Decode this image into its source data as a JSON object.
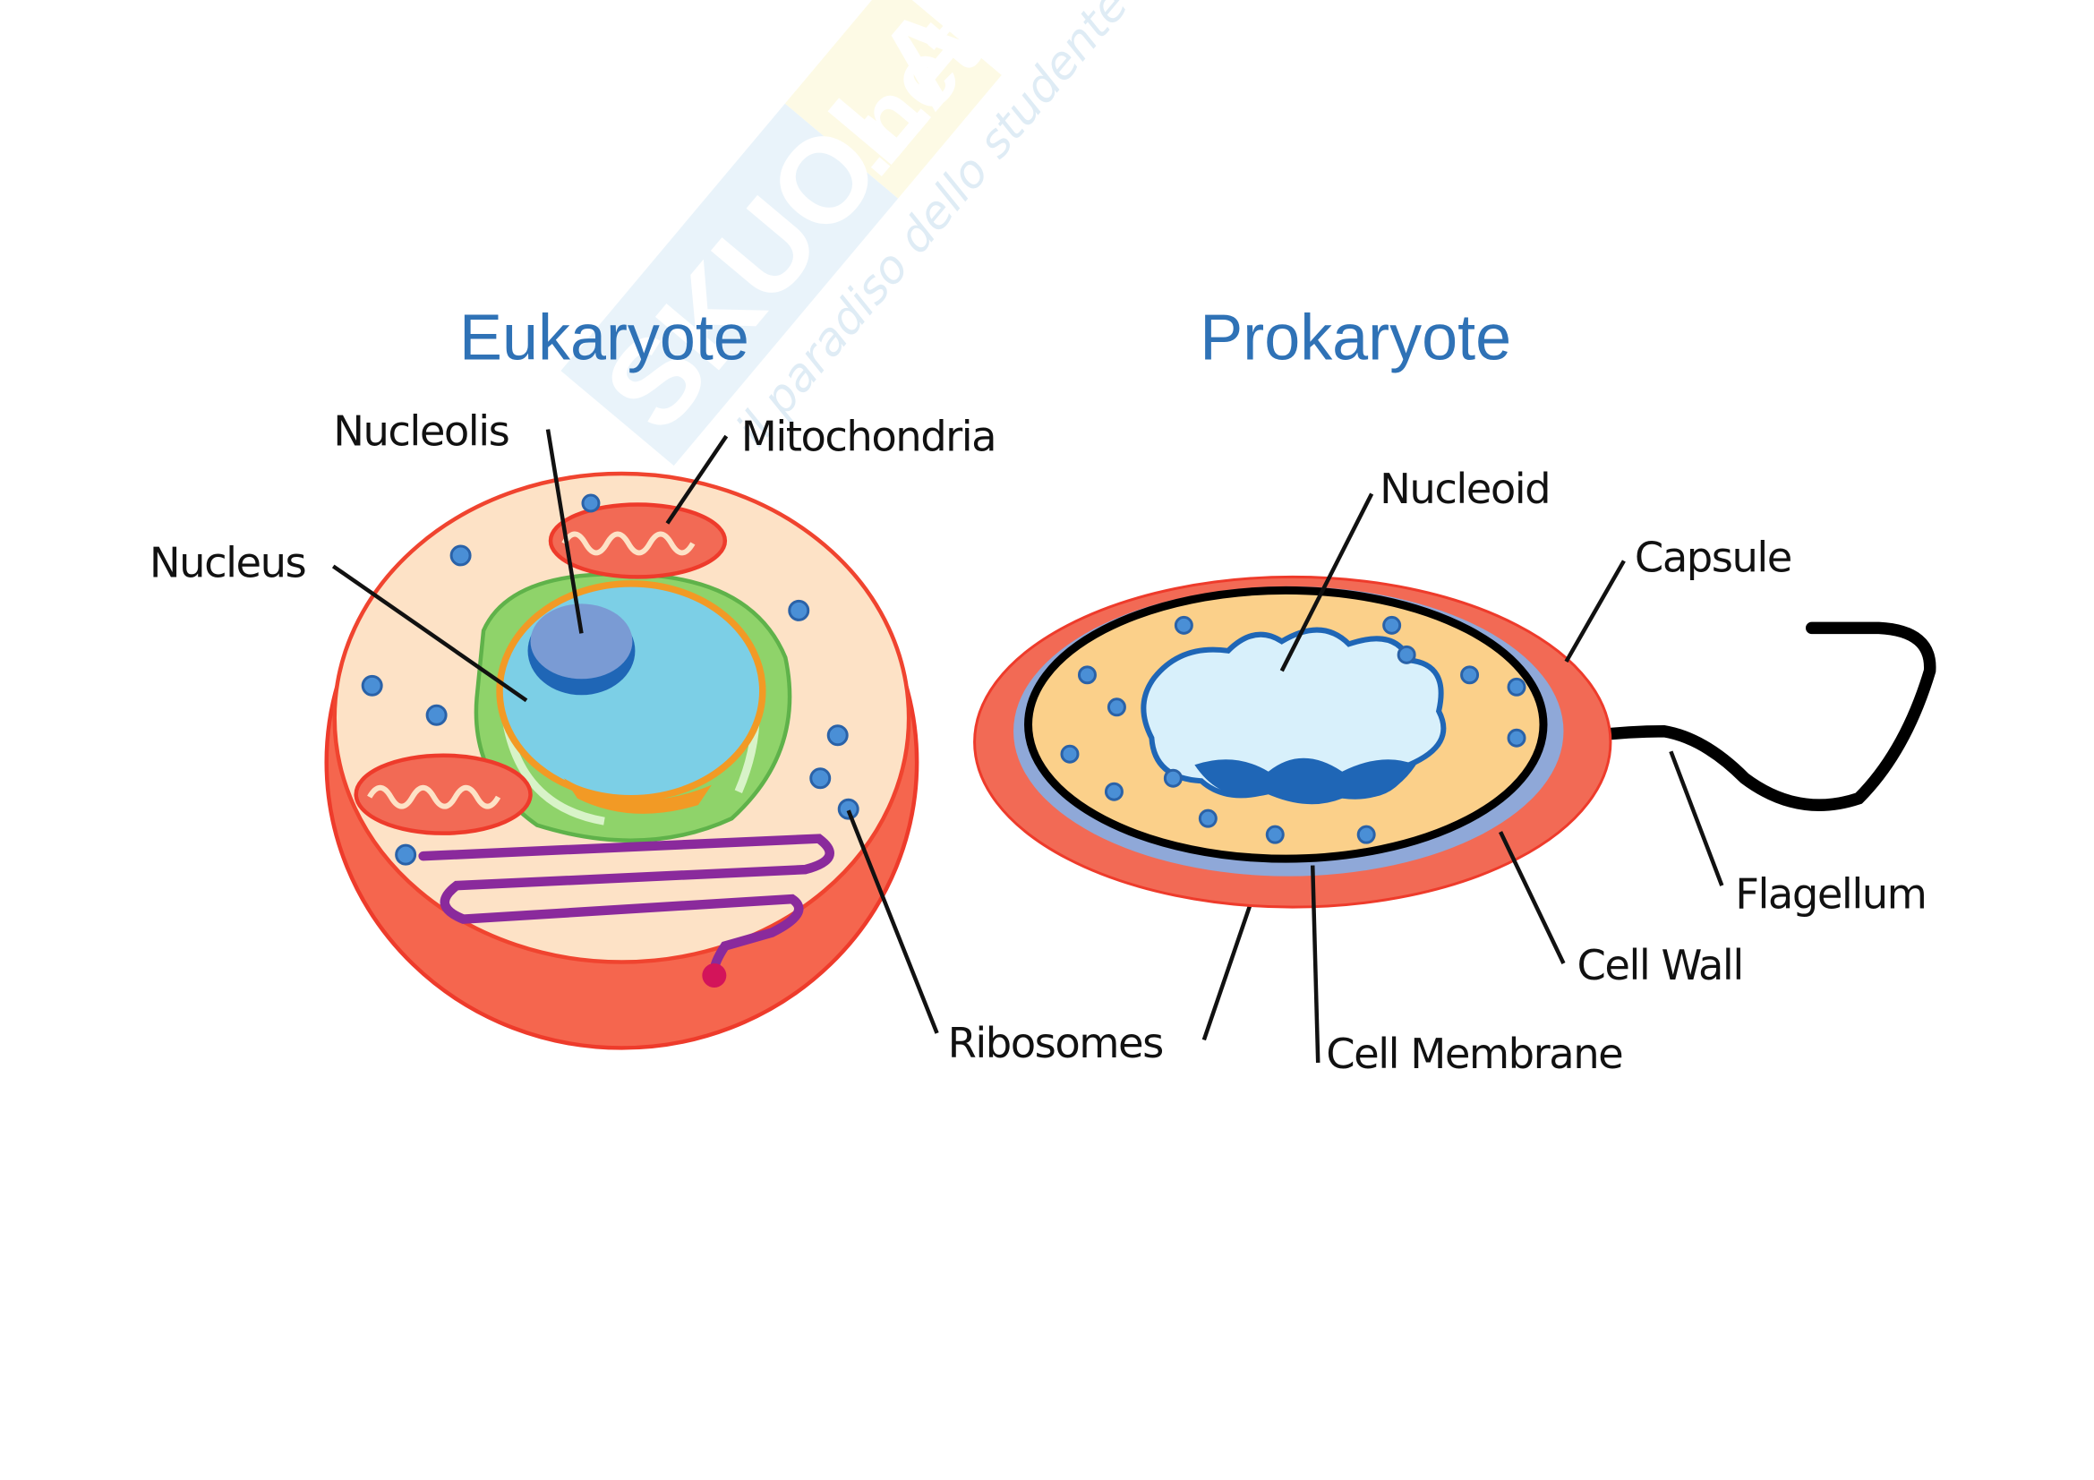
{
  "watermark": {
    "brand": "Skuola.net",
    "tagline": "il paradiso dello studente"
  },
  "eukaryote": {
    "title": "Eukaryote",
    "labels": {
      "nucleolis": "Nucleolis",
      "mitochondria": "Mitochondria",
      "nucleus": "Nucleus",
      "ribosomes": "Ribosomes"
    }
  },
  "prokaryote": {
    "title": "Prokaryote",
    "labels": {
      "nucleoid": "Nucleoid",
      "capsule": "Capsule",
      "flagellum": "Flagellum",
      "cell_wall": "Cell Wall",
      "cell_membrane": "Cell Membrane"
    }
  },
  "colors": {
    "title": "#2f72b6",
    "capsule": "#f26a55",
    "cytoplasm": "#fbd08a",
    "nucleus": "#7ccfe6",
    "er": "#8fd36a",
    "golgi": "#8a2a9c"
  }
}
